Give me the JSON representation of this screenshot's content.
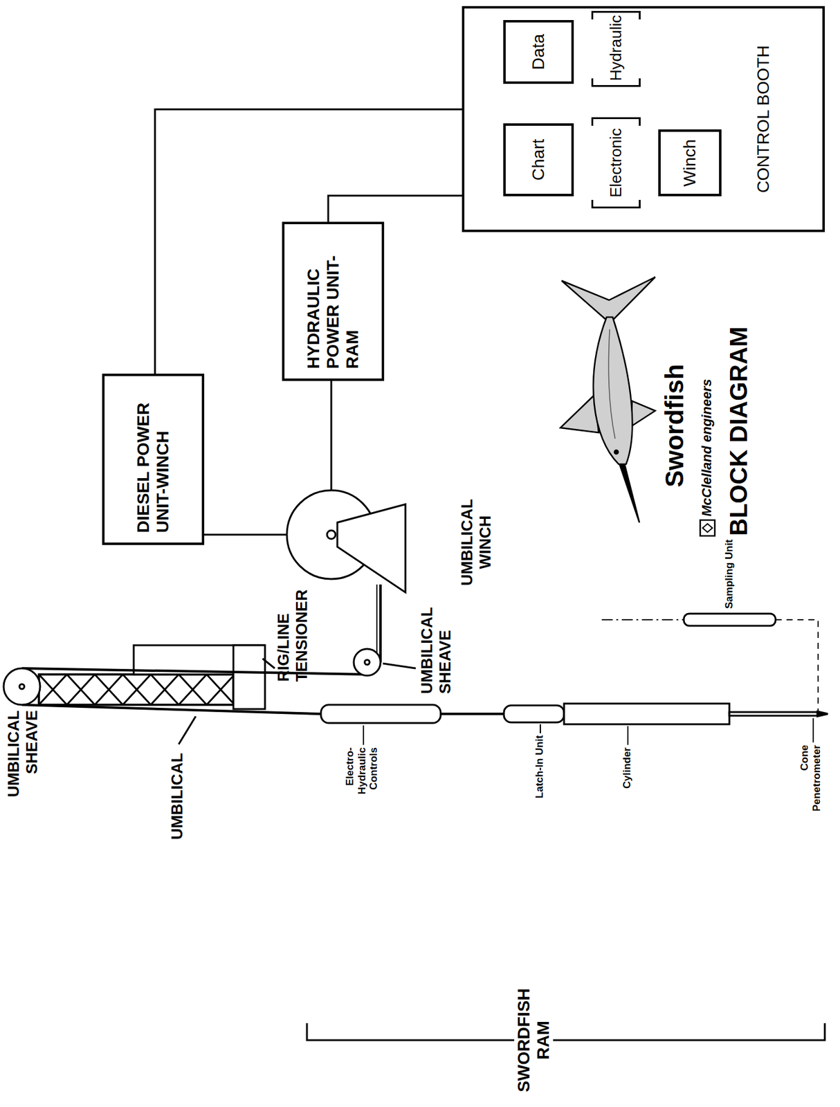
{
  "diagram": {
    "title": "BLOCK DIAGRAM",
    "nodes": [
      {
        "text": [
          "DIESEL POWER UNIT-WINCH"
        ]
      },
      {
        "text": [
          "HYDRAULIC POWER UNIT-RAM"
        ]
      },
      {
        "text": [
          "CONTROL BOOTH"
        ]
      },
      {
        "text": [
          "Chart"
        ],
        "in": 2
      },
      {
        "text": [
          "Data"
        ],
        "in": 2
      },
      {
        "text": [
          "Electronic"
        ],
        "in": 2
      },
      {
        "text": [
          "Hydraulic"
        ],
        "in": 2
      },
      {
        "text": [
          "Winch"
        ],
        "in": 2
      },
      {
        "text": [
          "UMBILICAL WINCH"
        ]
      }
    ],
    "edges": [
      {
        "from": 0,
        "to": 8,
        "arrow": "none"
      },
      {
        "from": 1,
        "to": 8,
        "arrow": "none"
      },
      {
        "from": 0,
        "to": 2,
        "arrow": "none"
      },
      {
        "from": 1,
        "to": 2,
        "arrow": "none"
      }
    ],
    "labels": [
      "UMBILICAL SHEAVE",
      "RIG/LINE TENSIONER",
      "UMBILICAL",
      "UMBILICAL SHEAVE",
      "Electro-Hydraulic Controls",
      "Latch-In Unit",
      "Cylinder",
      "Cone Penetrometer",
      "Sampling Unit",
      "SWORDFISH RAM",
      "Swordfish",
      "McClelland engineers"
    ]
  }
}
